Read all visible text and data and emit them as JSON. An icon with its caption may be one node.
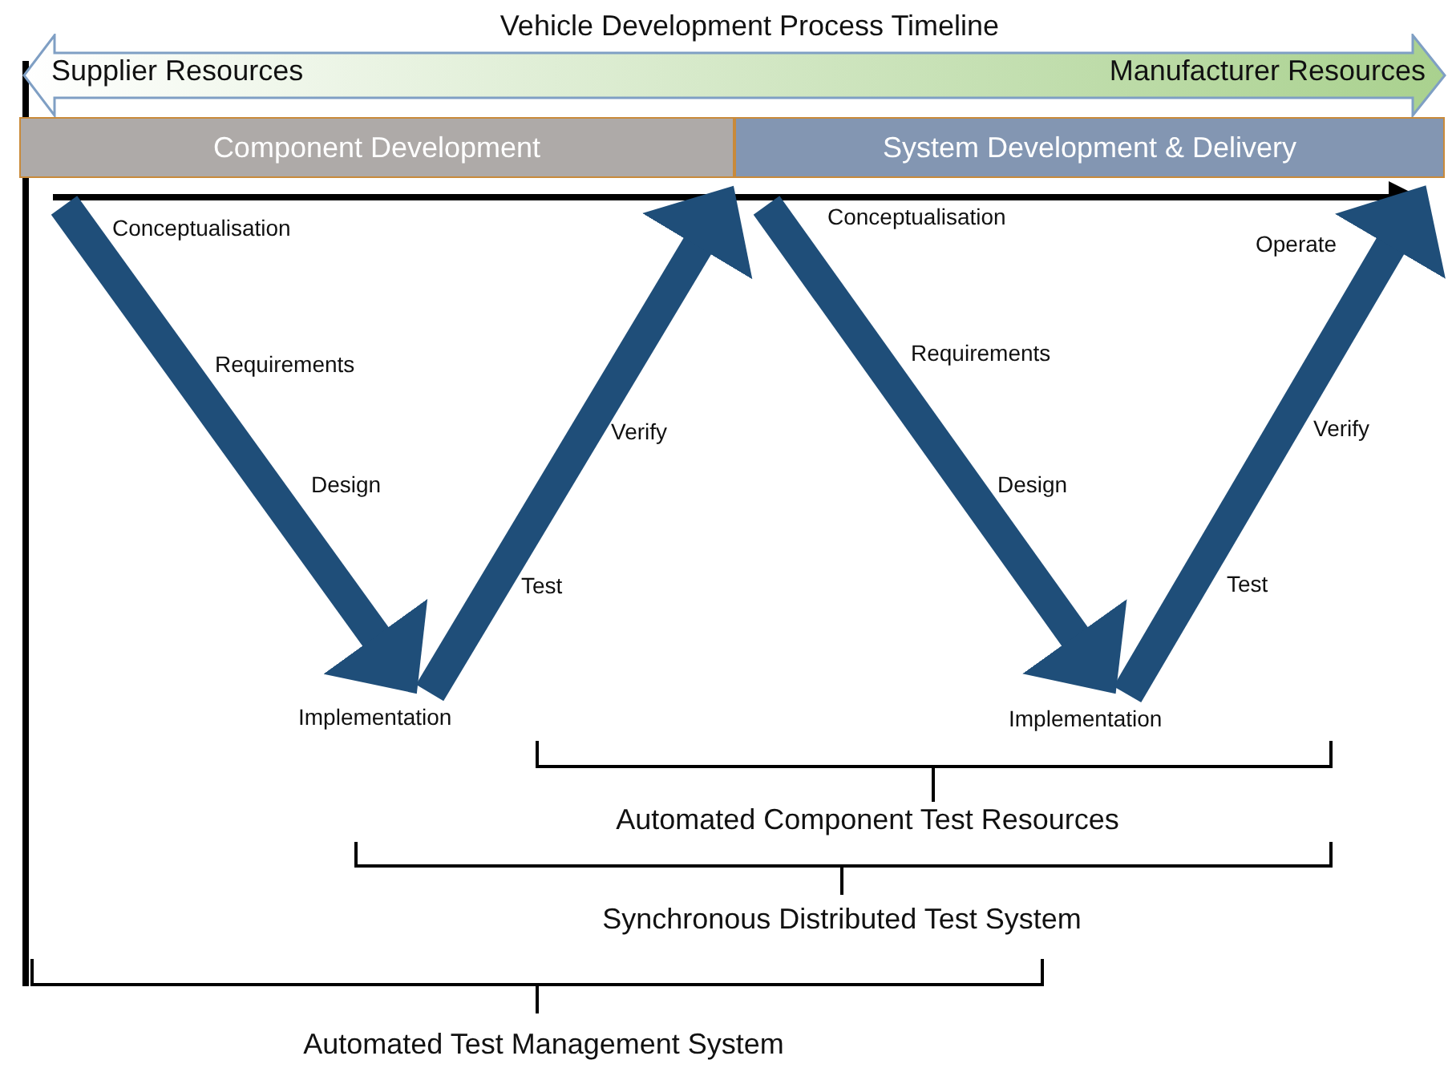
{
  "diagram": {
    "title": "Vehicle Development Process Timeline",
    "nodes": [
      {
        "text": [
          "Supplier Resources",
          "Manufacturer Resources"
        ]
      },
      {
        "text": [
          "Component Development"
        ]
      },
      {
        "text": [
          "System Development & Delivery"
        ]
      }
    ],
    "labels": [
      "Conceptualisation",
      "Conceptualisation",
      "Operate",
      "Requirements",
      "Requirements",
      "Verify",
      "Verify",
      "Design",
      "Design",
      "Test",
      "Test",
      "Implementation",
      "Implementation",
      "Automated Component Test Resources",
      "Synchronous Distributed Test System",
      "Automated Test Management System"
    ]
  }
}
